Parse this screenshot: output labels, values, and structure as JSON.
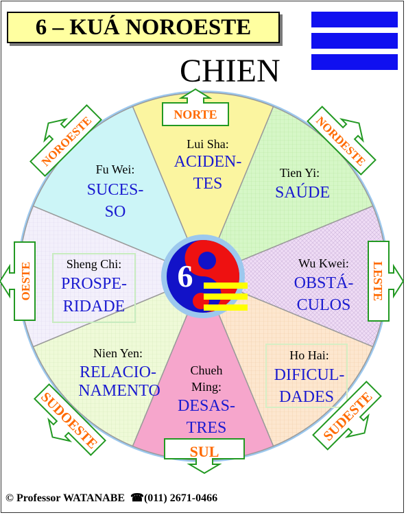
{
  "title": "6 – KUÁ NOROESTE",
  "trigram_name": "CHIEN",
  "trigram_lines": [
    "solid",
    "solid",
    "solid"
  ],
  "center_number": "6",
  "colors": {
    "trigram_blue": "#1010f0",
    "sector_text_blue": "#1a1ad0",
    "ring": "#9cc8ee",
    "arrow_border": "#229922",
    "direction_orange": "#ff6a00",
    "yin_red": "#ee1111",
    "center_yellow": "#ffff00"
  },
  "sectors": [
    {
      "key": "lui-sha",
      "name": "Lui Sha:",
      "lines": [
        "ACIDEN-",
        "TES"
      ]
    },
    {
      "key": "tien-yi",
      "name": "Tien Yi:",
      "lines": [
        "SAÚDE"
      ]
    },
    {
      "key": "wu-kwei",
      "name": "Wu Kwei:",
      "lines": [
        "OBSTÁ-",
        "CULOS"
      ]
    },
    {
      "key": "ho-hai",
      "name": "Ho Hai:",
      "lines": [
        "DIFICUL-",
        "DADES"
      ]
    },
    {
      "key": "chueh-ming",
      "name_lines": [
        "Chueh",
        "Ming:"
      ],
      "lines": [
        "DESAS-",
        "TRES"
      ]
    },
    {
      "key": "nien-yen",
      "name": "Nien Yen:",
      "lines": [
        "RELACIO-",
        "NAMENTO"
      ]
    },
    {
      "key": "sheng-chi",
      "name": "Sheng Chi:",
      "lines": [
        "PROSPE-",
        "RIDADE"
      ]
    },
    {
      "key": "fu-wei",
      "name": "Fu Wei:",
      "lines": [
        "SUCES-",
        "SO"
      ]
    }
  ],
  "directions": {
    "north": "NORTE",
    "northeast": "NORDESTE",
    "east": "LESTE",
    "southeast": "SUDESTE",
    "south": "SUL",
    "southwest": "SUDOESTE",
    "west": "OESTE",
    "northwest": "NOROESTE"
  },
  "footer": {
    "copyright": "© Professor WATANABE",
    "phone_icon": "telephone-icon",
    "phone": "(011) 2671-0466"
  }
}
